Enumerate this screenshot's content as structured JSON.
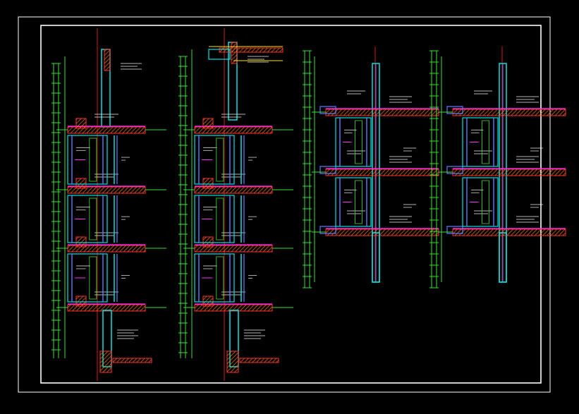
{
  "colors": {
    "background": "#000000",
    "frame": "#ffffff",
    "dimension": "#37e437",
    "wall": "#00e1e1",
    "glass": "#5f7dff",
    "slab": "#ff3030",
    "hatch": "#ff7a00",
    "magenta": "#ff2cff",
    "axis": "#d11a1a",
    "yellow": "#ffe600",
    "note": "#f2f2f2"
  },
  "drawing": {
    "sections": [
      {
        "id": "section-1",
        "floors": 4,
        "type": "tall"
      },
      {
        "id": "section-2",
        "floors": 4,
        "type": "tall-roof"
      },
      {
        "id": "section-3",
        "floors": 2,
        "type": "short"
      },
      {
        "id": "section-4",
        "floors": 2,
        "type": "short"
      }
    ]
  }
}
